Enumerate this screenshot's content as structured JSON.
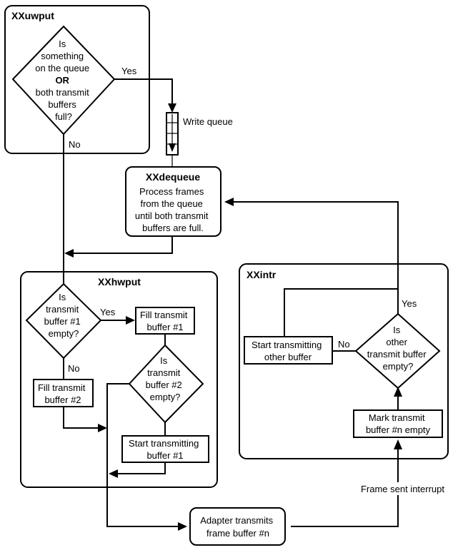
{
  "diagram": {
    "groups": {
      "uwput": {
        "title": "XXuwput"
      },
      "hwput": {
        "title": "XXhwput"
      },
      "intr": {
        "title": "XXintr"
      }
    },
    "nodes": {
      "uwput_decision": {
        "lines": [
          "Is",
          "something",
          "on the queue",
          "OR",
          "both transmit",
          "buffers",
          "full?"
        ]
      },
      "write_queue": {
        "label": "Write queue"
      },
      "dequeue": {
        "title": "XXdequeue",
        "lines": [
          "Process frames",
          "from the queue",
          "until both transmit",
          "buffers are full."
        ]
      },
      "buf1_decision": {
        "lines": [
          "Is",
          "transmit",
          "buffer #1",
          "empty?"
        ]
      },
      "fill_buf1": {
        "lines": [
          "Fill transmit",
          "buffer #1"
        ]
      },
      "fill_buf2": {
        "lines": [
          "Fill transmit",
          "buffer #2"
        ]
      },
      "buf2_decision": {
        "lines": [
          "Is",
          "transmit",
          "buffer #2",
          "empty?"
        ]
      },
      "start_buf1": {
        "lines": [
          "Start transmitting",
          "buffer #1"
        ]
      },
      "other_decision": {
        "lines": [
          "Is",
          "other",
          "transmit buffer",
          "empty?"
        ]
      },
      "start_other": {
        "lines": [
          "Start transmitting",
          "other buffer"
        ]
      },
      "mark_empty": {
        "lines": [
          "Mark transmit",
          "buffer #n empty"
        ]
      },
      "adapter": {
        "lines": [
          "Adapter transmits",
          "frame buffer #n"
        ]
      }
    },
    "edge_labels": {
      "uwput_yes": "Yes",
      "uwput_no": "No",
      "buf1_yes": "Yes",
      "buf1_no": "No",
      "other_yes": "Yes",
      "other_no": "No",
      "frame_sent": "Frame sent interrupt"
    }
  }
}
